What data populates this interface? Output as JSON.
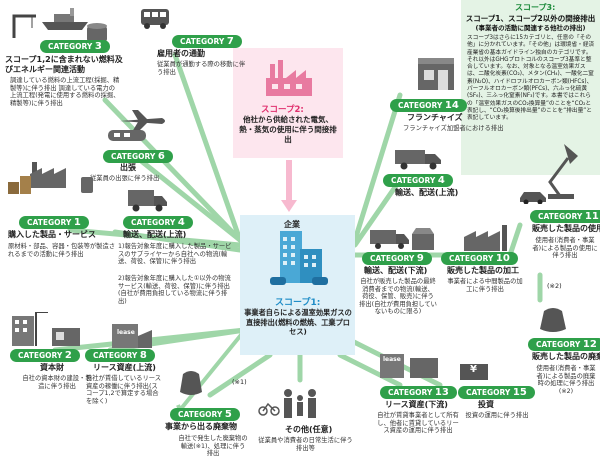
{
  "scope3": {
    "title": "スコープ3:",
    "subtitle": "スコープ1、スコープ2以外の間接排出",
    "subtitle2": "(事業者の活動に関連する他社の排出)",
    "body": "スコープ3はさらに15カテゴリと、任意の「その他」に分かれています。「その他」は環境省・経済産業省の基本ガイドライン独自のカテゴリです。それ以外はGHGプロトコルのスコープ3基準と整合しています。なお、対象となる温室効果ガスは、二酸化炭素(CO₂)、メタン(CH₄)、一酸化二窒素(N₂O)、ハイドロフルオロカーボン類(HFCs)、パーフルオロカーボン類(PFCs)、六ふっ化硫黄(SF₆)、三ふっ化窒素(NF₃)です。本書ではこれらの「温室効果ガスのCO₂換算量”のことを“CO₂と表記し、“CO₂換算後排出量”のことを“排出量”と表記しています。"
  },
  "scope2": {
    "label": "スコープ2:",
    "desc": "他社から供給された電気、熱・蒸気の使用に伴う間接排出"
  },
  "scope1": {
    "company": "企業",
    "label": "スコープ1:",
    "desc": "事業者自らによる温室効果ガスの直接排出(燃料の燃焼、工業プロセス)"
  },
  "categories": {
    "c1": {
      "badge": "CATEGORY",
      "num": "1",
      "title": "購入した製品・サービス",
      "desc": "原材料・部品、容器・包装等が製造されるまでの活動に伴う排出"
    },
    "c2": {
      "badge": "CATEGORY",
      "num": "2",
      "title": "資本財",
      "desc": "自社の資本財の建設・製造に伴う排出"
    },
    "c3": {
      "badge": "CATEGORY",
      "num": "3",
      "title": "スコープ1,2に含まれない燃料及びエネルギー関連活動",
      "desc": "調達している燃料の上流工程(採掘、精製等)に伴う排出 調達している電力の上流工程(発電に使用する燃料の採掘、精製等)に伴う排出"
    },
    "c4a": {
      "badge": "CATEGORY",
      "num": "4",
      "title": "輸送、配送(上流)",
      "desc1": "1)報告対象年度に購入した製品・サービスのサプライヤーから自社への物流(輸送、荷役、保管)に伴う排出",
      "desc2": "2)報告対象年度に購入した①以外の物流サービス(輸送、荷役、保管)に伴う排出(自社が費用負担している物流に伴う排出)"
    },
    "c4b": {
      "badge": "CATEGORY",
      "num": "4",
      "title": "輸送、配送(上流)"
    },
    "c5": {
      "badge": "CATEGORY",
      "num": "5",
      "title": "事業から出る廃棄物",
      "desc": "自社で発生した廃棄物の輸送(※1)、処理に伴う排出"
    },
    "c6": {
      "badge": "CATEGORY",
      "num": "6",
      "title": "出張",
      "desc": "従業員の出張に伴う排出"
    },
    "c7": {
      "badge": "CATEGORY",
      "num": "7",
      "title": "雇用者の通勤",
      "desc": "従業員が通勤する際の移動に伴う排出"
    },
    "c8": {
      "badge": "CATEGORY",
      "num": "8",
      "title": "リース資産(上流)",
      "desc": "自社が賃借しているリース資産の稼働に伴う排出(スコープ1,2で算定する場合を除く)"
    },
    "c9": {
      "badge": "CATEGORY",
      "num": "9",
      "title": "輸送、配送(下流)",
      "desc": "自社が販売した製品の最終消費者までの物流(輸送、荷役、保管、販売)に伴う排出(自社が費用負担していないものに限る)"
    },
    "c10": {
      "badge": "CATEGORY",
      "num": "10",
      "title": "販売した製品の加工",
      "desc": "事業者による中間製品の加工に伴う排出"
    },
    "c11": {
      "badge": "CATEGORY",
      "num": "11",
      "title": "販売した製品の使用",
      "desc": "使用者(消費者・事業者)による製品の使用に伴う排出"
    },
    "c12": {
      "badge": "CATEGORY",
      "num": "12",
      "title": "販売した製品の廃棄",
      "desc": "使用者(消費者・事業者)による製品の廃棄時の処理に伴う排出(※2)"
    },
    "c13": {
      "badge": "CATEGORY",
      "num": "13",
      "title": "リース資産(下流)",
      "desc": "自社が賃貸事業者として所有し、他者に賃貸しているリース資産の運用に伴う排出"
    },
    "c14": {
      "badge": "CATEGORY",
      "num": "14",
      "title": "フランチャイズ",
      "desc": "フランチャイズ加盟者における排出"
    },
    "c15": {
      "badge": "CATEGORY",
      "num": "15",
      "title": "投資",
      "desc": "投資の運用に伴う排出"
    },
    "other": {
      "title": "その他(任意)",
      "desc": "従業員や消費者の日常生活に伴う排出等"
    }
  },
  "notes": {
    "n1": "(※1)",
    "n2": "(※2)"
  },
  "labels": {
    "lease": "lease",
    "yen": "¥"
  },
  "colors": {
    "green": "#2fa04a",
    "pink": "#e0306e",
    "blue": "#1f8dc7",
    "scope3bg": "#e4f3e5",
    "scope2bg": "#fde6ee",
    "scope1bg": "#def0f8"
  }
}
